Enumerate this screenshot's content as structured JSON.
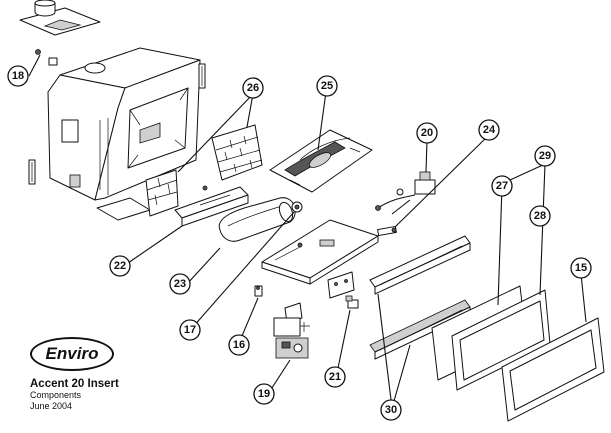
{
  "brand": {
    "logo_text": "Enviro"
  },
  "title_block": {
    "model": "Accent 20 Insert",
    "subtitle": "Components",
    "date": "June 2004"
  },
  "callouts": [
    "18",
    "26",
    "25",
    "20",
    "24",
    "29",
    "27",
    "28",
    "15",
    "22",
    "23",
    "17",
    "16",
    "19",
    "21",
    "30"
  ]
}
